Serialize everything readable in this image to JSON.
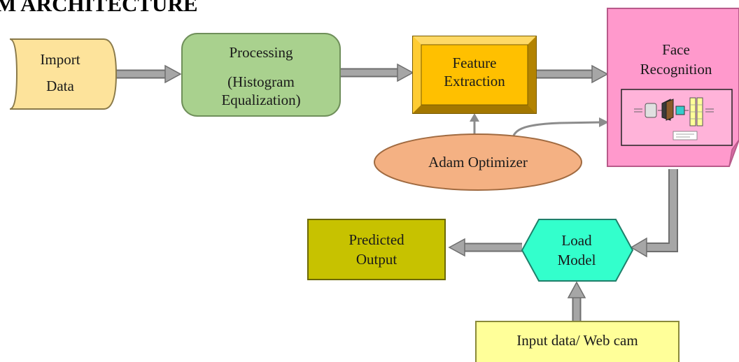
{
  "diagram": {
    "title": "M ARCHITECTURE",
    "nodes": {
      "import_data": {
        "line1": "Import",
        "line2": "Data"
      },
      "processing": {
        "line1": "Processing",
        "line2": "(Histogram",
        "line3": "Equalization)"
      },
      "feature_extraction": {
        "line1": "Feature",
        "line2": "Extraction"
      },
      "face_recognition": {
        "line1": "Face",
        "line2": "Recognition"
      },
      "adam_optimizer": {
        "label": "Adam Optimizer"
      },
      "load_model": {
        "line1": "Load",
        "line2": "Model"
      },
      "predicted_output": {
        "line1": "Predicted",
        "line2": "Output"
      },
      "input_data": {
        "label": "Input data/ Web cam"
      }
    },
    "edges": [
      {
        "from": "import_data",
        "to": "processing"
      },
      {
        "from": "processing",
        "to": "feature_extraction"
      },
      {
        "from": "feature_extraction",
        "to": "face_recognition"
      },
      {
        "from": "adam_optimizer",
        "to": "feature_extraction"
      },
      {
        "from": "adam_optimizer",
        "to": "face_recognition"
      },
      {
        "from": "face_recognition",
        "to": "load_model"
      },
      {
        "from": "load_model",
        "to": "predicted_output"
      },
      {
        "from": "input_data",
        "to": "load_model"
      }
    ],
    "colors": {
      "import_data": "#fde39b",
      "processing": "#a9d18e",
      "feature_extraction": "#ffc000",
      "face_recognition": "#ff99cc",
      "adam_optimizer": "#f4b183",
      "load_model": "#33ffcc",
      "predicted_output": "#c7c200",
      "input_data": "#ffff99",
      "arrow": "#9a9a9a"
    }
  }
}
